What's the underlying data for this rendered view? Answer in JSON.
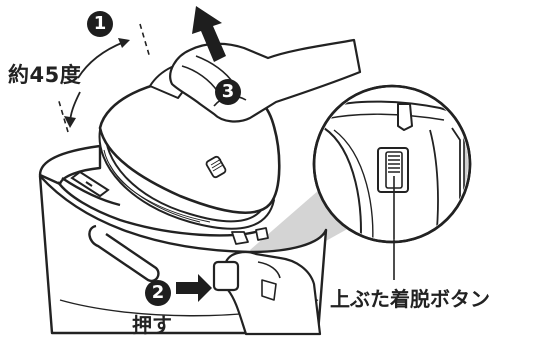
{
  "labels": {
    "angle": "約45度",
    "press": "押す",
    "button": "上ぶた着脱ボタン"
  },
  "steps": [
    "1",
    "2",
    "3"
  ],
  "colors": {
    "line": "#222222",
    "accent": "#1e1e1e",
    "background": "#ffffff",
    "callout": "#d4d4d4"
  }
}
